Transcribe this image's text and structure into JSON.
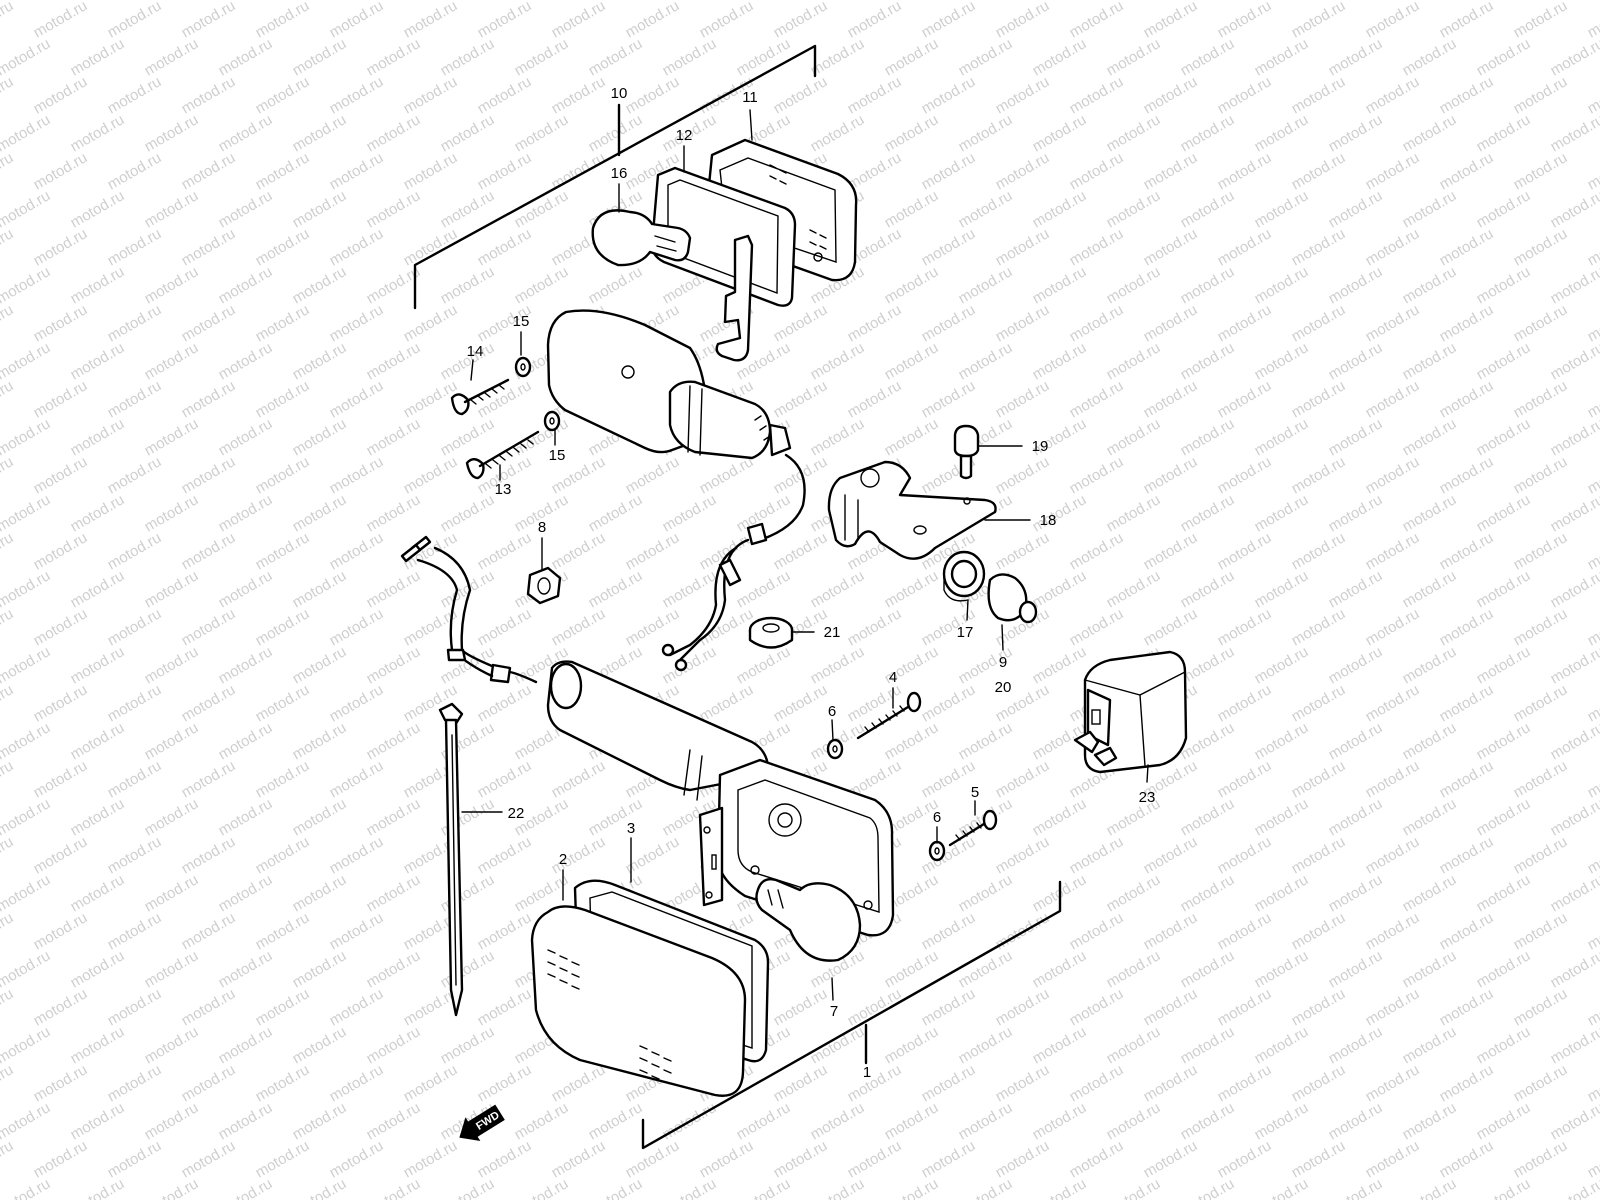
{
  "watermark": {
    "text": "motod.ru",
    "color": "#cfcfcf"
  },
  "diagram": {
    "labels": [
      "1",
      "2",
      "3",
      "4",
      "5",
      "6",
      "6",
      "7",
      "8",
      "9",
      "20",
      "10",
      "11",
      "12",
      "13",
      "14",
      "15",
      "15",
      "16",
      "17",
      "18",
      "19",
      "21",
      "22",
      "23"
    ],
    "fwd_badge": "FWD"
  }
}
